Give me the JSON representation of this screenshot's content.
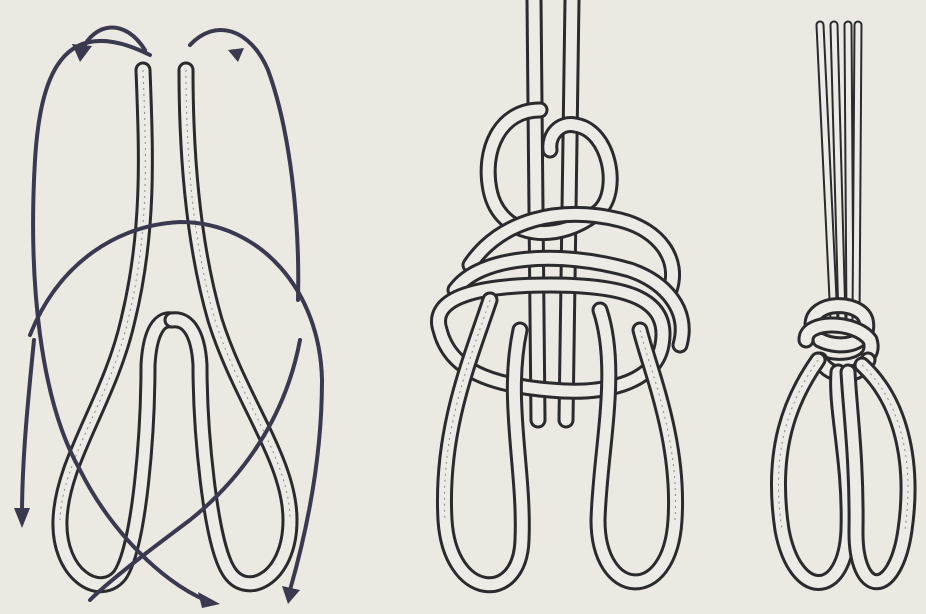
{
  "figure": {
    "panels": [
      {
        "id": "step-1",
        "arrows": 4
      },
      {
        "id": "step-2"
      },
      {
        "id": "step-3"
      }
    ],
    "colors": {
      "background": "#ebe9e2",
      "rope_outline": "#2b2a2c",
      "rope_fill": "#ecebe6",
      "arrow": "#3a3950"
    }
  }
}
